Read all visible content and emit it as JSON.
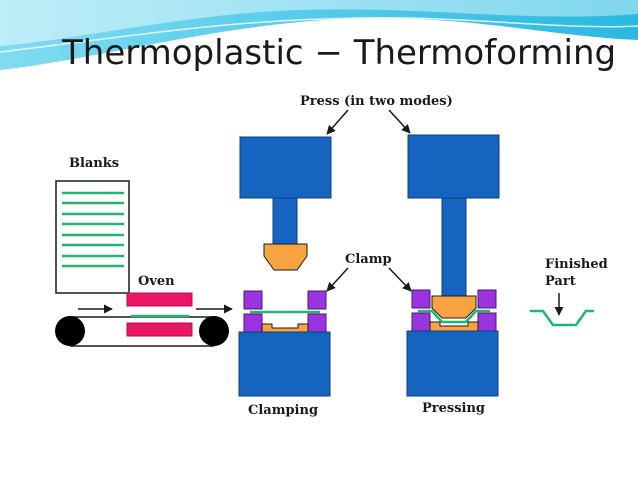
{
  "slide": {
    "title": "Thermoplastic − Thermoforming",
    "labels": {
      "press": "Press (in two modes)",
      "blanks": "Blanks",
      "oven": "Oven",
      "clamp": "Clamp",
      "finished_line1": "Finished",
      "finished_line2": "Part",
      "clamping": "Clamping",
      "pressing": "Pressing"
    }
  },
  "colors": {
    "press_blue": "#1565c0",
    "mold_orange": "#f7a440",
    "clamp_purple": "#9a33e0",
    "heater_pink": "#ec1566",
    "sheet_green": "#22b573",
    "outline": "#1a1a1a",
    "header_cyan": "#3cc6e6"
  },
  "icons": [
    "conveyor-roller",
    "arrow-right",
    "arrow-down",
    "arrow-pointer"
  ]
}
